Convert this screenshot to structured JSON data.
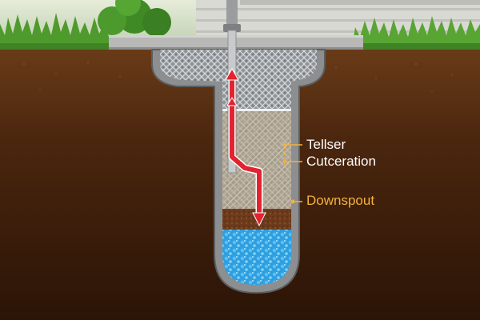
{
  "labels": {
    "tellser": "Tellser",
    "cutceration": "Cutceration",
    "downspout": "Downspout"
  },
  "colors": {
    "sky": "#c9d9c4",
    "grass": "#4f9a2c",
    "soil_top": "#5a3214",
    "soil_bottom": "#2e1607",
    "concrete": "#b9b9b9",
    "wall": "#dcdcd8",
    "well_casing": "#8a8c8e",
    "gravel": "#9ea2a6",
    "sand": "#b9a98f",
    "dirt_layer": "#6a3a1a",
    "water": "#3aa6e3",
    "flow_arrow": "#e3232f",
    "callout_line": "#f3b23c",
    "label_text": "#ffffff",
    "label_highlight": "#f3b23c"
  }
}
